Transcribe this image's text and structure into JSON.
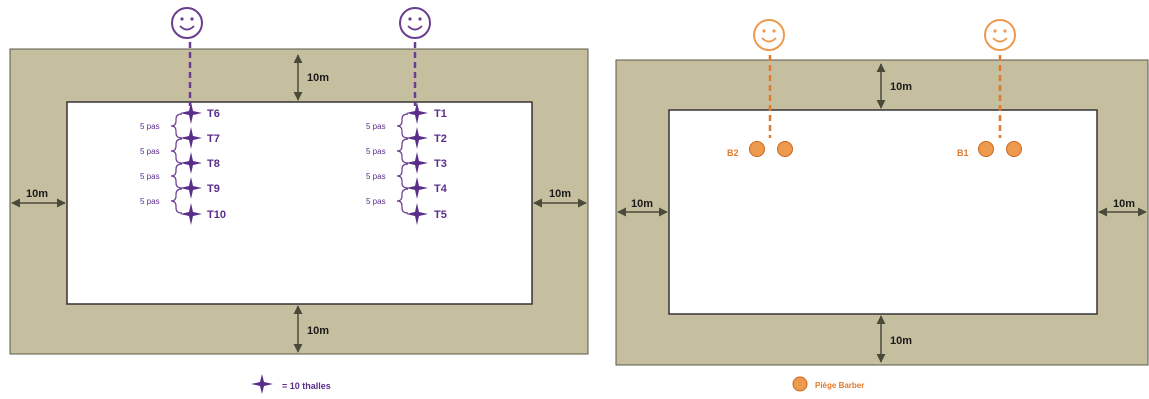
{
  "colors": {
    "border_fill": "#c6bf9f",
    "border_stroke": "#5a5a4a",
    "inner_fill": "#ffffff",
    "arrow": "#4a4a3a",
    "purple": "#5b2d8a",
    "purple_face": "#6a3d90",
    "orange": "#ee9a4e",
    "orange_dark": "#e07a2c"
  },
  "left_plot": {
    "distance_labels": {
      "top": "10m",
      "left": "10m",
      "right": "10m",
      "bottom": "10m"
    },
    "transects": [
      {
        "labels": [
          "T6",
          "T7",
          "T8",
          "T9",
          "T10"
        ],
        "spacings": [
          "5 pas",
          "5 pas",
          "5 pas",
          "5 pas"
        ]
      },
      {
        "labels": [
          "T1",
          "T2",
          "T3",
          "T4",
          "T5"
        ],
        "spacings": [
          "5 pas",
          "5 pas",
          "5 pas",
          "5 pas"
        ]
      }
    ],
    "legend_icon": "four-point-star-icon",
    "legend_label": "= 10 thalles"
  },
  "right_plot": {
    "distance_labels": {
      "top": "10m",
      "left": "10m",
      "right": "10m",
      "bottom": "10m"
    },
    "trap_groups": [
      {
        "label": "B2"
      },
      {
        "label": "B1"
      }
    ],
    "legend_icon": "orange-circle-icon",
    "legend_label": "Piège Barber"
  },
  "observer_icon": "smiley-face-icon"
}
